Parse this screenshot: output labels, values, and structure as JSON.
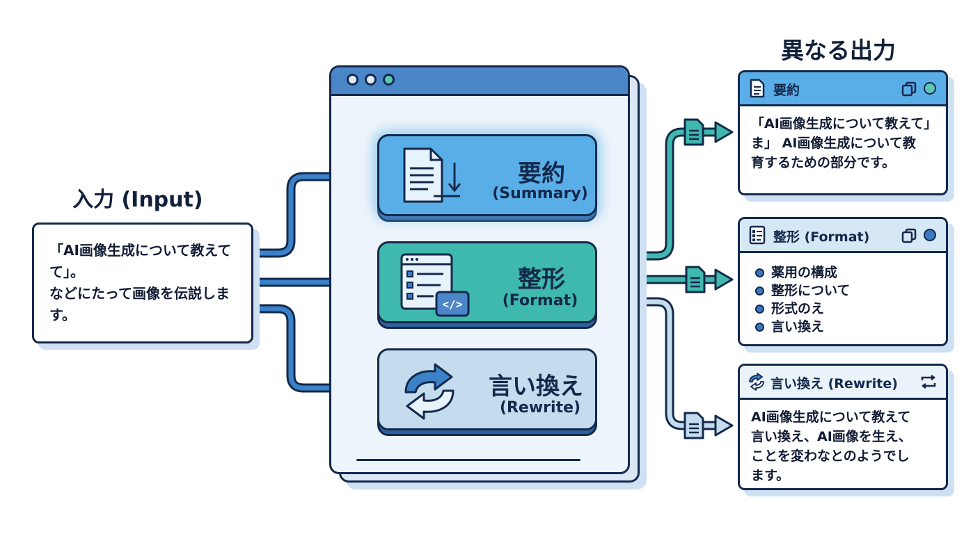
{
  "input": {
    "heading": "入力 (Input)",
    "lines": [
      "「AI画像生成について教えて",
      "て」。",
      "などにたって画像を伝説しま",
      "す。"
    ]
  },
  "output_heading": "異なる出力",
  "buttons": [
    {
      "title": "要約",
      "subtitle": "(Summary)",
      "icon": "document-download-icon"
    },
    {
      "title": "整形",
      "subtitle": "(Format)",
      "icon": "list-code-icon"
    },
    {
      "title": "言い換え",
      "subtitle": "(Rewrite)",
      "icon": "refresh-arrows-icon"
    }
  ],
  "outputs": [
    {
      "title": "要約",
      "icon": "document-icon",
      "lines": [
        "「AI画像生成について教えて」",
        "ま」 AI画像生成について教",
        "育するための部分です。"
      ]
    },
    {
      "title": "整形 (Format)",
      "icon": "list-document-icon",
      "bullets": [
        "薬用の構成",
        "整形について",
        "形式のえ",
        "言い換え"
      ]
    },
    {
      "title": "言い換え (Rewrite)",
      "icon": "refresh-icon",
      "lines": [
        "AI画像生成について教えて",
        "言い換え、AI画像を生え、",
        "ことを変わなとのようでし",
        "ます。"
      ]
    }
  ],
  "colors": {
    "dark": "#13294b",
    "summary": "#5aaee8",
    "format": "#3fb9ad",
    "rewrite": "#c4dcee",
    "arrow_blue": "#3b82c8",
    "arrow_teal": "#3fb9ad",
    "arrow_light": "#c5dcef"
  }
}
